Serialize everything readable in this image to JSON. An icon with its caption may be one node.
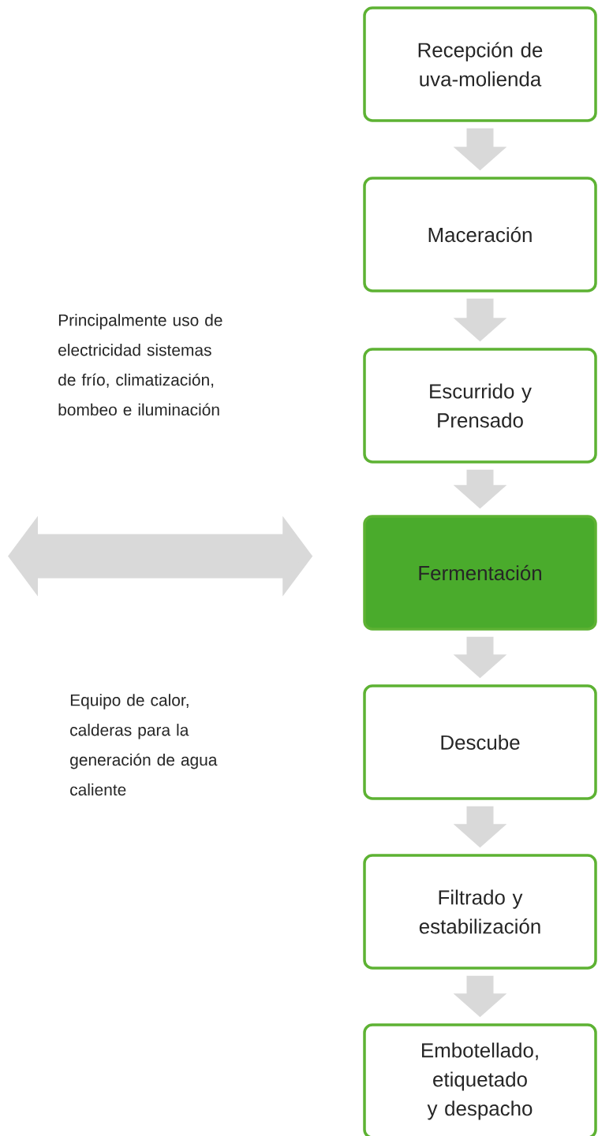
{
  "diagram": {
    "nodes": [
      {
        "text": [
          "Recepción de uva-molienda"
        ]
      },
      {
        "text": [
          "Maceración"
        ]
      },
      {
        "text": [
          "Escurrido y Prensado"
        ]
      },
      {
        "text": [
          "Fermentación"
        ]
      },
      {
        "text": [
          "Descube"
        ]
      },
      {
        "text": [
          "Filtrado y estabilización"
        ]
      },
      {
        "text": [
          "Embotellado, etiquetado y despacho"
        ]
      }
    ],
    "edges": [
      {
        "from": 0,
        "to": 1,
        "arrow": "to"
      },
      {
        "from": 1,
        "to": 2,
        "arrow": "to"
      },
      {
        "from": 2,
        "to": 3,
        "arrow": "to"
      },
      {
        "from": 3,
        "to": 4,
        "arrow": "to"
      },
      {
        "from": 4,
        "to": 5,
        "arrow": "to"
      },
      {
        "from": 5,
        "to": 6,
        "arrow": "to"
      },
      {
        "from": null,
        "to": 3,
        "arrow": "both"
      }
    ],
    "labels": [
      "Principalmente uso de electricidad sistemas de frío, climatización, bombeo e iluminación",
      "Equipo de calor, calderas para la generación de agua caliente"
    ]
  }
}
